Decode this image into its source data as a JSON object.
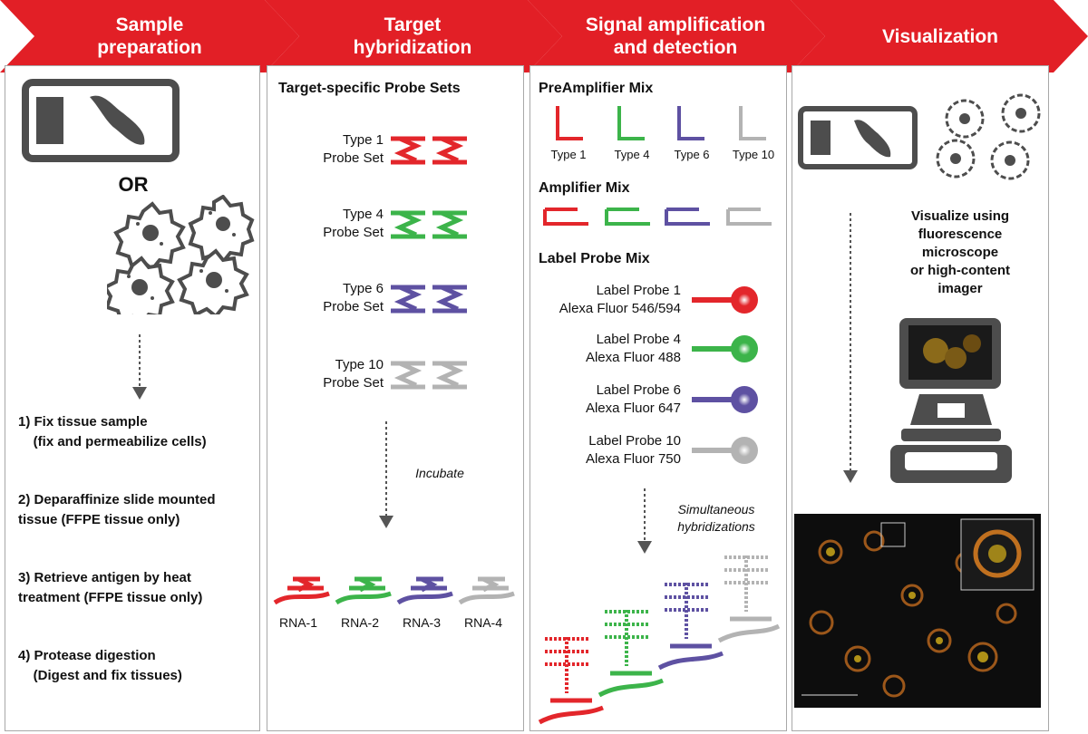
{
  "steps": [
    {
      "title": "Sample\npreparation"
    },
    {
      "title": "Target\nhybridization"
    },
    {
      "title": "Signal amplification\nand detection"
    },
    {
      "title": "Visualization"
    }
  ],
  "colors": {
    "banner": "#e21f26",
    "type1": "#e3262b",
    "type4": "#3cb44a",
    "type6": "#5e51a2",
    "type10": "#b3b3b3",
    "gray": "#4d4d4d"
  },
  "sample_prep": {
    "or_label": "OR",
    "instructions": [
      "1) Fix tissue sample\n    (fix and permeabilize cells)",
      "2) Deparaffinize slide mounted\ntissue (FFPE tissue only)",
      "3) Retrieve antigen by heat\ntreatment (FFPE tissue only)",
      "4) Protease digestion\n    (Digest and fix tissues)"
    ]
  },
  "target_hyb": {
    "heading": "Target-specific Probe Sets",
    "probe_sets": [
      {
        "label": "Type 1\nProbe Set"
      },
      {
        "label": "Type 4\nProbe Set"
      },
      {
        "label": "Type 6\nProbe Set"
      },
      {
        "label": "Type 10\nProbe Set"
      }
    ],
    "incubate": "Incubate",
    "rna_labels": [
      "RNA-1",
      "RNA-2",
      "RNA-3",
      "RNA-4"
    ]
  },
  "signal": {
    "preamp_heading": "PreAmplifier Mix",
    "preamp_types": [
      "Type 1",
      "Type 4",
      "Type 6",
      "Type 10"
    ],
    "amp_heading": "Amplifier Mix",
    "label_heading": "Label Probe Mix",
    "label_probes": [
      {
        "name": "Label Probe 1",
        "dye": "Alexa Fluor 546/594"
      },
      {
        "name": "Label Probe 4",
        "dye": "Alexa Fluor 488"
      },
      {
        "name": "Label Probe 6",
        "dye": "Alexa Fluor 647"
      },
      {
        "name": "Label Probe 10",
        "dye": "Alexa Fluor 750"
      }
    ],
    "simultaneous": "Simultaneous\nhybridizations"
  },
  "visualization": {
    "text": "Visualize using\nfluorescence\nmicroscope\nor high-content\nimager"
  }
}
